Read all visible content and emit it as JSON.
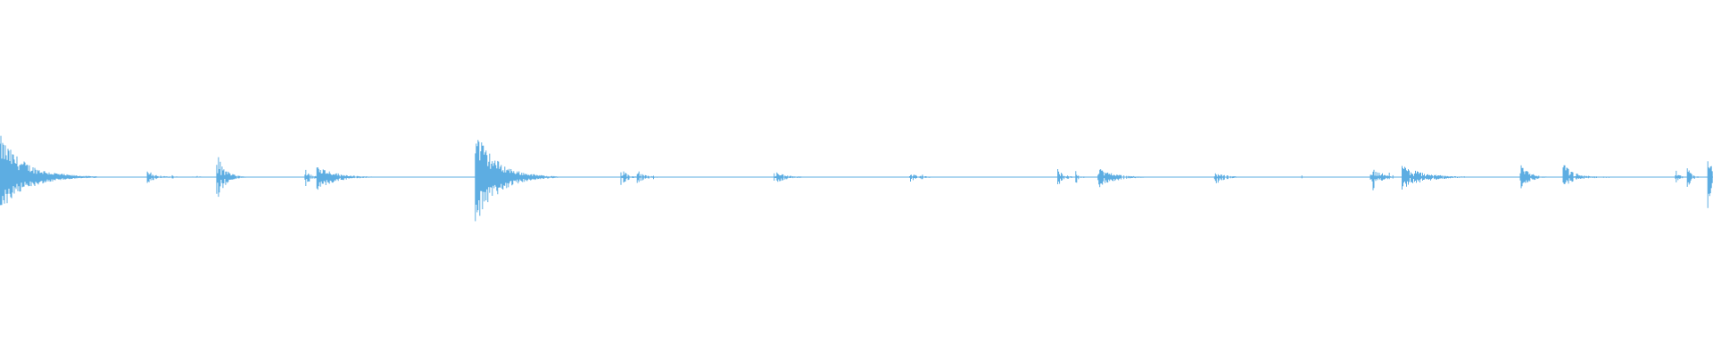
{
  "waveform": {
    "color": "#5dade2",
    "background": "#ffffff",
    "bursts": [
      {
        "time": 0.0,
        "peak": 0.42,
        "trough": 0.36,
        "decay": 0.026,
        "density": 1.0
      },
      {
        "time": 0.086,
        "peak": 0.07,
        "trough": 0.06,
        "decay": 0.01,
        "density": 0.7
      },
      {
        "time": 0.1005,
        "peak": 0.03,
        "trough": 0.02,
        "decay": 0.004,
        "density": 0.4
      },
      {
        "time": 0.112,
        "peak": 0.03,
        "trough": 0.02,
        "decay": 0.006,
        "density": 0.4
      },
      {
        "time": 0.1265,
        "peak": 0.26,
        "trough": 0.25,
        "decay": 0.008,
        "density": 0.8
      },
      {
        "time": 0.178,
        "peak": 0.1,
        "trough": 0.11,
        "decay": 0.006,
        "density": 0.6
      },
      {
        "time": 0.185,
        "peak": 0.13,
        "trough": 0.14,
        "decay": 0.018,
        "density": 0.9
      },
      {
        "time": 0.2775,
        "peak": 0.48,
        "trough": 0.5,
        "decay": 0.022,
        "density": 1.0
      },
      {
        "time": 0.3625,
        "peak": 0.1,
        "trough": 0.1,
        "decay": 0.006,
        "density": 0.7
      },
      {
        "time": 0.372,
        "peak": 0.07,
        "trough": 0.07,
        "decay": 0.008,
        "density": 0.7
      },
      {
        "time": 0.381,
        "peak": 0.03,
        "trough": 0.03,
        "decay": 0.003,
        "density": 0.4
      },
      {
        "time": 0.452,
        "peak": 0.06,
        "trough": 0.07,
        "decay": 0.012,
        "density": 0.7
      },
      {
        "time": 0.531,
        "peak": 0.05,
        "trough": 0.05,
        "decay": 0.008,
        "density": 0.6
      },
      {
        "time": 0.537,
        "peak": 0.04,
        "trough": 0.04,
        "decay": 0.006,
        "density": 0.5
      },
      {
        "time": 0.6175,
        "peak": 0.09,
        "trough": 0.1,
        "decay": 0.006,
        "density": 0.6
      },
      {
        "time": 0.628,
        "peak": 0.06,
        "trough": 0.07,
        "decay": 0.004,
        "density": 0.6
      },
      {
        "time": 0.641,
        "peak": 0.1,
        "trough": 0.12,
        "decay": 0.016,
        "density": 0.8
      },
      {
        "time": 0.709,
        "peak": 0.07,
        "trough": 0.08,
        "decay": 0.01,
        "density": 0.7
      },
      {
        "time": 0.76,
        "peak": 0.02,
        "trough": 0.02,
        "decay": 0.003,
        "density": 0.3
      },
      {
        "time": 0.8,
        "peak": 0.24,
        "trough": 0.23,
        "decay": 0.006,
        "density": 0.8
      },
      {
        "time": 0.806,
        "peak": 0.06,
        "trough": 0.06,
        "decay": 0.004,
        "density": 0.6
      },
      {
        "time": 0.81,
        "peak": 0.08,
        "trough": 0.08,
        "decay": 0.004,
        "density": 0.6
      },
      {
        "time": 0.8185,
        "peak": 0.12,
        "trough": 0.13,
        "decay": 0.022,
        "density": 0.9
      },
      {
        "time": 0.8875,
        "peak": 0.19,
        "trough": 0.18,
        "decay": 0.004,
        "density": 0.7
      },
      {
        "time": 0.89,
        "peak": 0.1,
        "trough": 0.1,
        "decay": 0.008,
        "density": 0.7
      },
      {
        "time": 0.9125,
        "peak": 0.16,
        "trough": 0.12,
        "decay": 0.01,
        "density": 0.7
      },
      {
        "time": 0.92,
        "peak": 0.02,
        "trough": 0.02,
        "decay": 0.03,
        "density": 0.3
      },
      {
        "time": 0.978,
        "peak": 0.08,
        "trough": 0.08,
        "decay": 0.004,
        "density": 0.6
      },
      {
        "time": 0.985,
        "peak": 0.11,
        "trough": 0.12,
        "decay": 0.004,
        "density": 0.7
      },
      {
        "time": 0.997,
        "peak": 0.28,
        "trough": 0.34,
        "decay": 0.004,
        "density": 1.0
      }
    ]
  }
}
